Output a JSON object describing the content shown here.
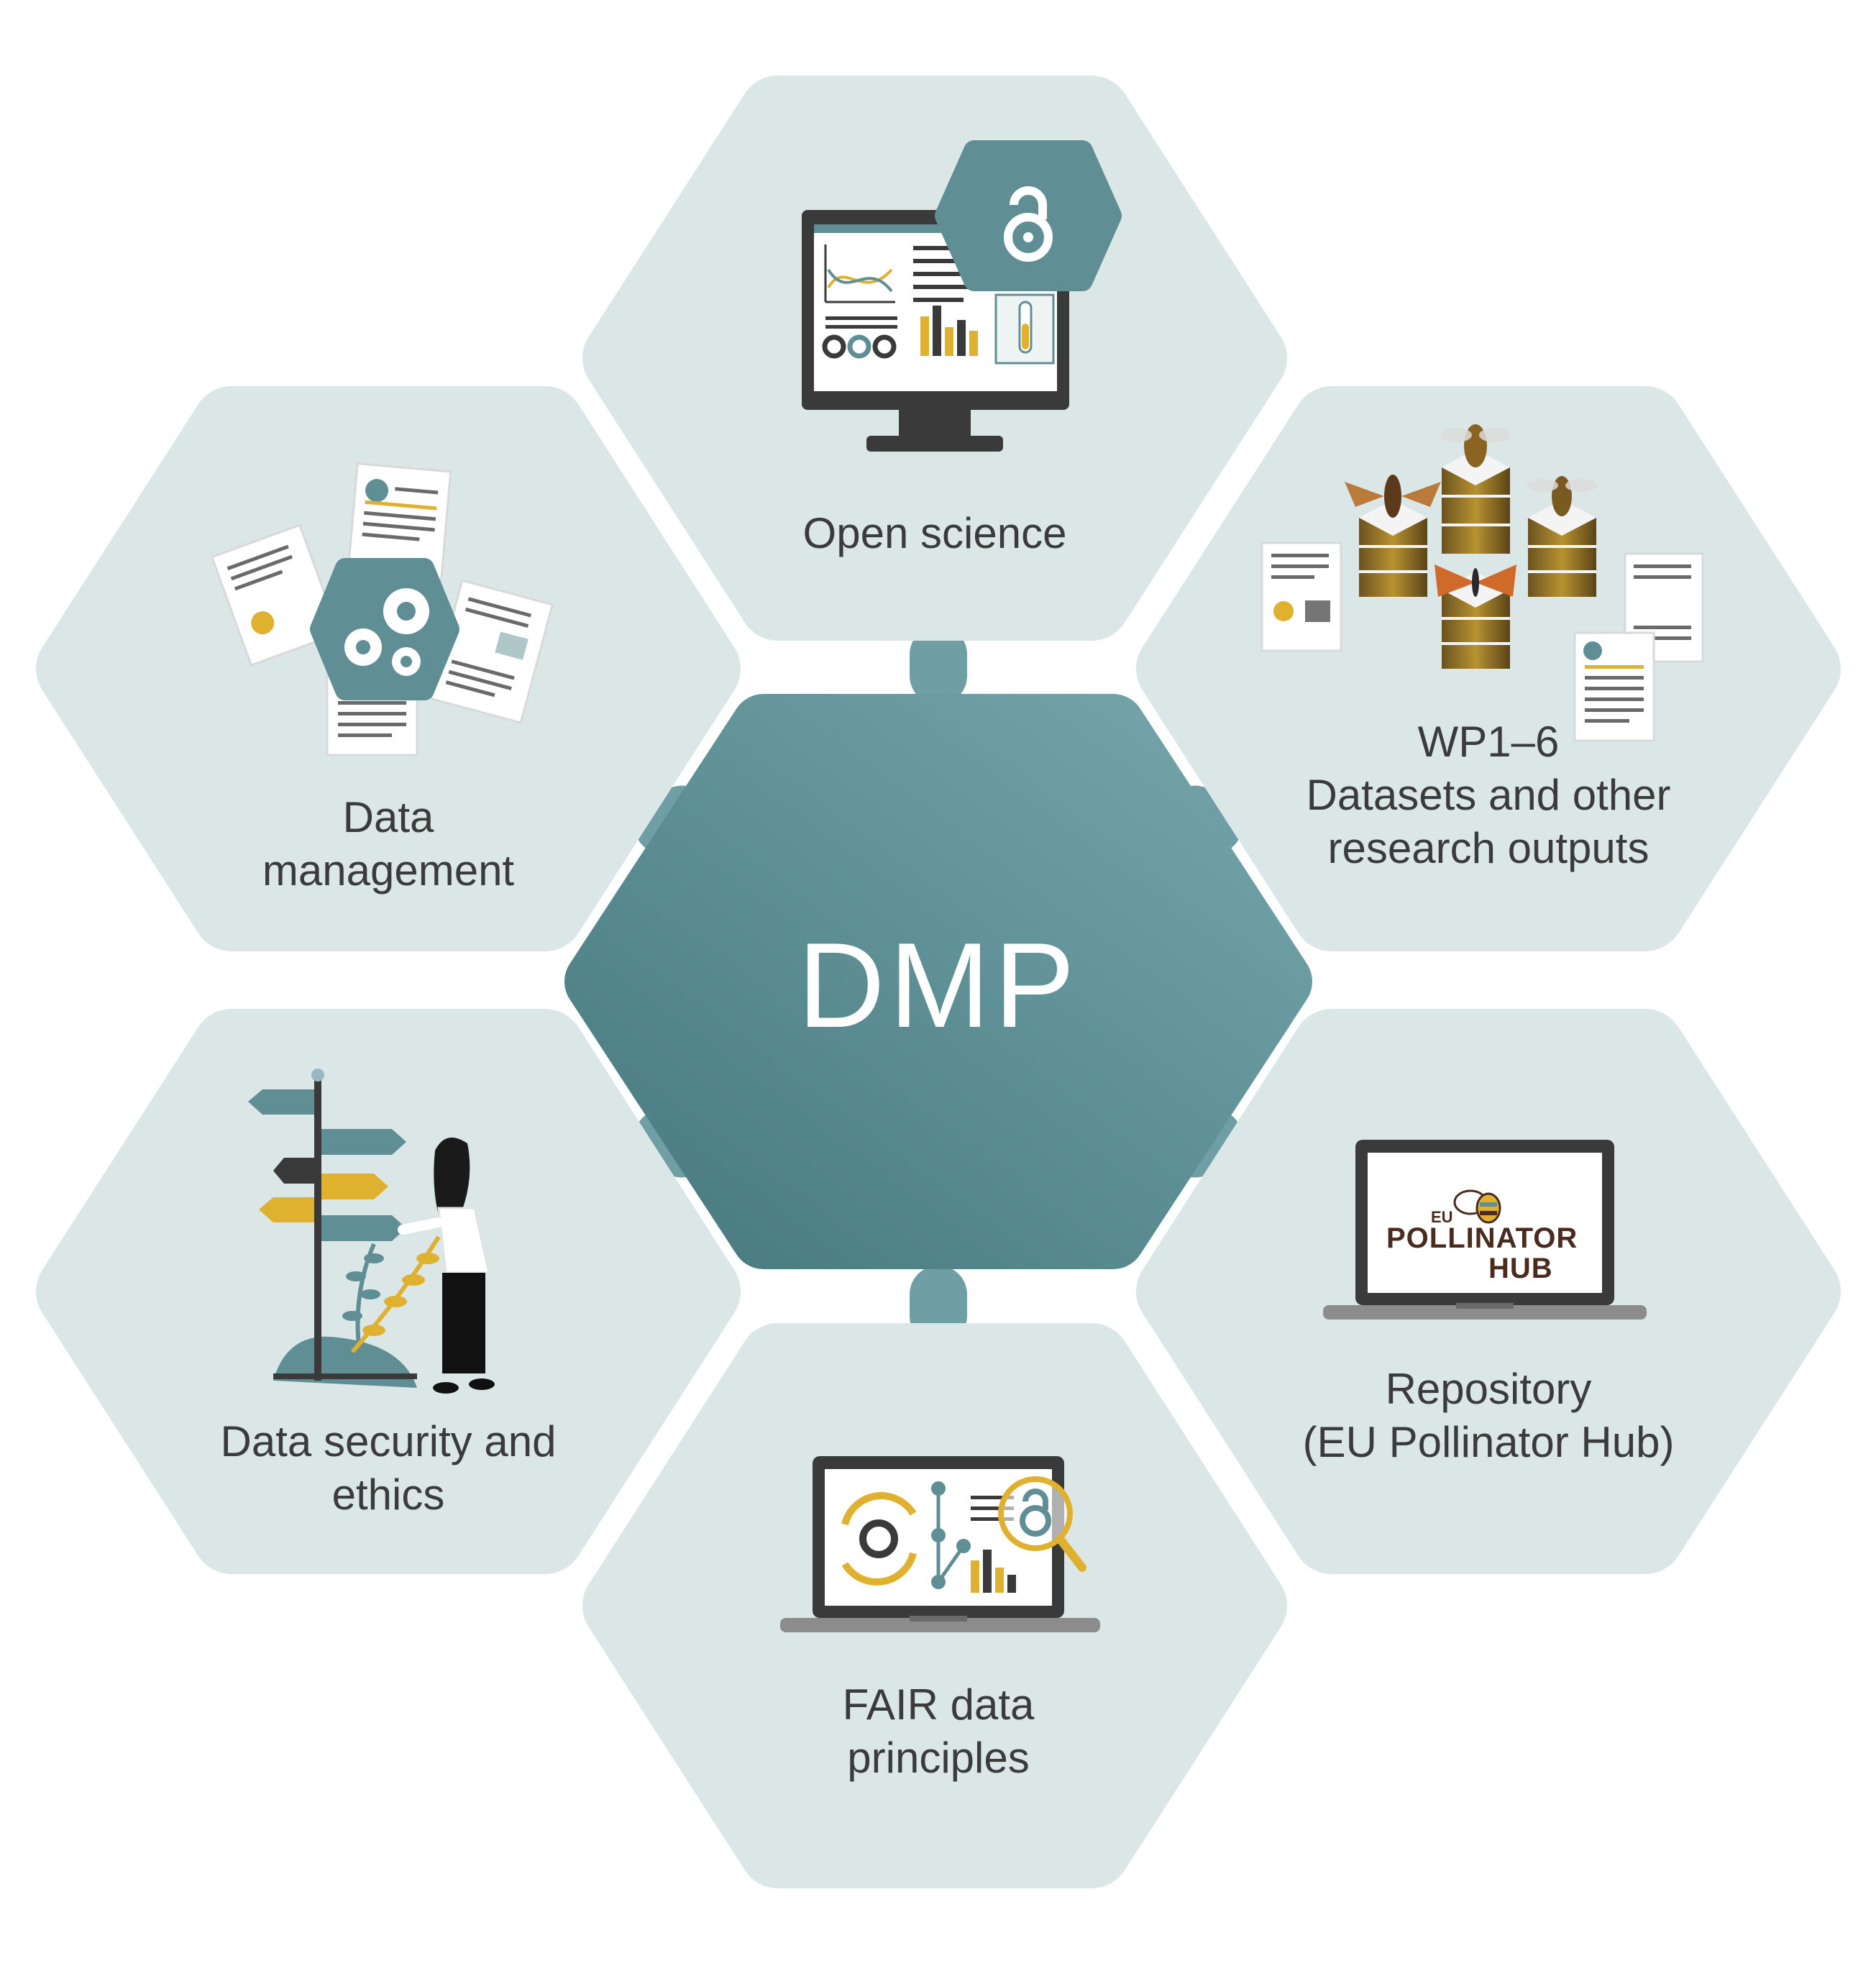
{
  "center": {
    "label": "DMP"
  },
  "nodes": [
    {
      "id": "open-science",
      "lines": [
        "Open science"
      ]
    },
    {
      "id": "data-management",
      "lines": [
        "Data",
        "management"
      ]
    },
    {
      "id": "datasets",
      "lines": [
        "WP1–6",
        "Datasets and other",
        "research outputs"
      ]
    },
    {
      "id": "data-security",
      "lines": [
        "Data security and",
        "ethics"
      ]
    },
    {
      "id": "repository",
      "lines": [
        "Repository",
        "(EU Pollinator Hub)"
      ]
    },
    {
      "id": "fair",
      "lines": [
        "FAIR data",
        "principles"
      ]
    }
  ],
  "repository_logo": {
    "prefix": "EU",
    "line1": "POLLINATOR",
    "line2": "HUB"
  },
  "colors": {
    "outer_hex": "#dbe7e6",
    "center_hex_light": "#6fa1a6",
    "center_hex_dark": "#4a7b80",
    "connector": "#6f9fa4",
    "text": "#3b3b3b",
    "teal": "#5f8f94",
    "gold": "#e0b12f",
    "dark": "#3a3a3a"
  }
}
